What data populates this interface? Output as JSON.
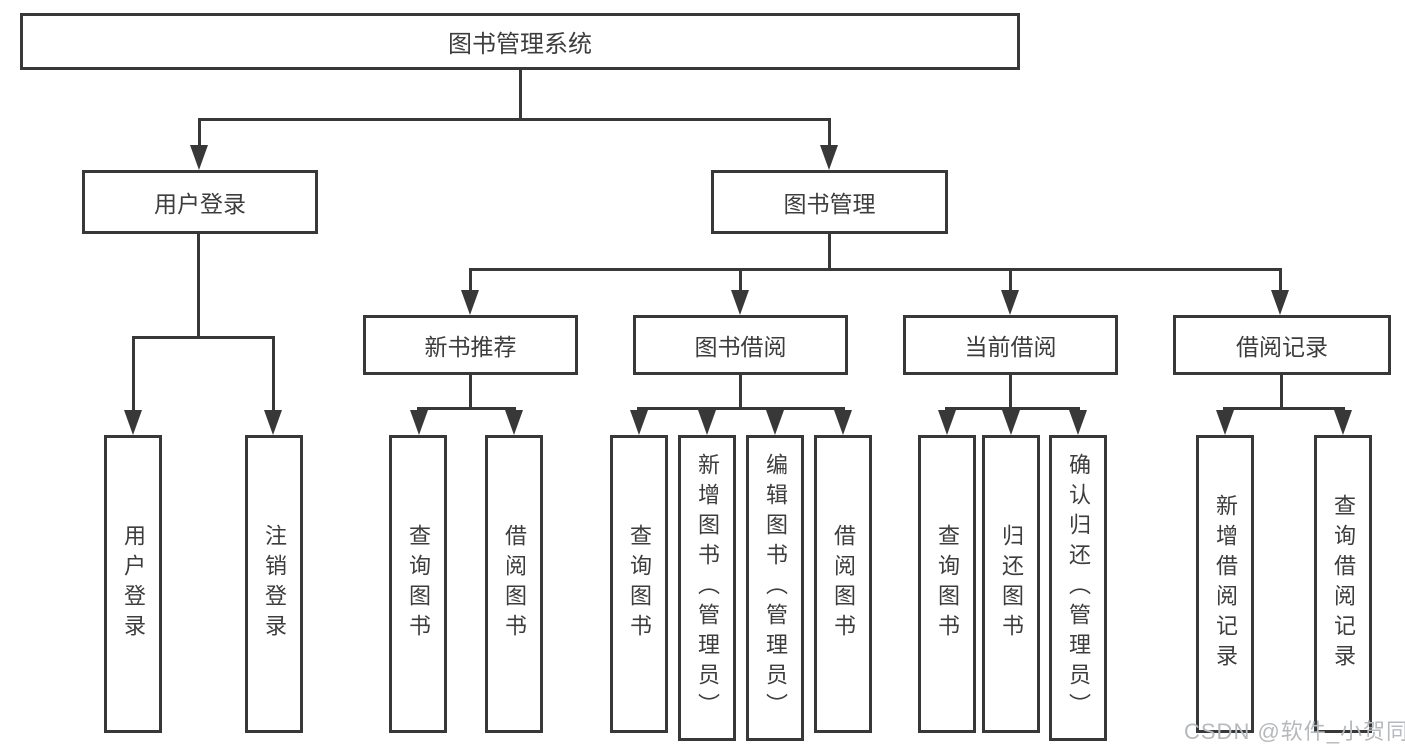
{
  "diagram": {
    "root_label": "图书管理系统",
    "level2": [
      {
        "label": "用户登录"
      },
      {
        "label": "图书管理"
      }
    ],
    "level3": [
      {
        "label": "新书推荐"
      },
      {
        "label": "图书借阅"
      },
      {
        "label": "当前借阅"
      },
      {
        "label": "借阅记录"
      }
    ],
    "leaves": {
      "user_login": "用户登录",
      "logout": "注销登录",
      "rec_query_book": "查询图书",
      "rec_borrow_book": "借阅图书",
      "bb_query_book": "查询图书",
      "bb_add_book": "新增图书（管理员）",
      "bb_edit_book": "编辑图书（管理员）",
      "bb_borrow_book": "借阅图书",
      "cb_query_book": "查询图书",
      "cb_return_book": "归还图书",
      "cb_confirm_return": "确认归还（管理员）",
      "br_add_record": "新增借阅记录",
      "br_query_record": "查询借阅记录"
    }
  },
  "watermark": {
    "text": "CSDN @软件_小贺同学"
  },
  "colors": {
    "line": "#383838",
    "text": "#3d3d3d",
    "watermark": "#b5babe",
    "background": "#ffffff"
  }
}
